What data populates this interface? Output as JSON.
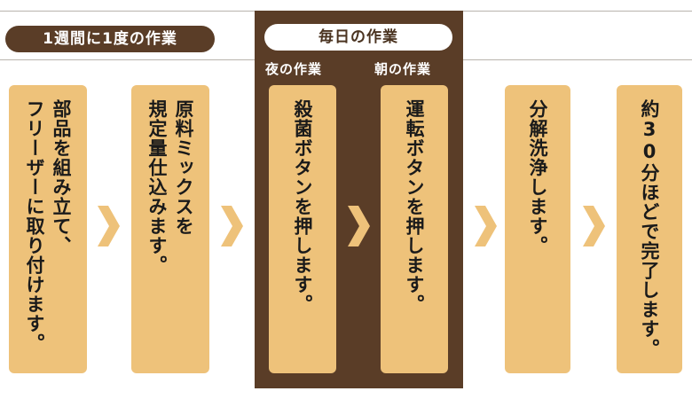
{
  "header": {
    "weekly_label": "1週間に1度の作業",
    "daily_label": "毎日の作業",
    "night_label": "夜の作業",
    "morning_label": "朝の作業"
  },
  "steps": [
    "部品を組み立て、\nフリーザーに取り付けます。",
    "原料ミックスを\n規定量仕込みます。",
    "殺菌ボタンを押します。",
    "運転ボタンを押します。",
    "分解洗浄します。",
    "約30分ほどで完了します。"
  ],
  "colors": {
    "card": "#eec27a",
    "dark": "#5a3d27",
    "arrow": "#eec27a"
  }
}
